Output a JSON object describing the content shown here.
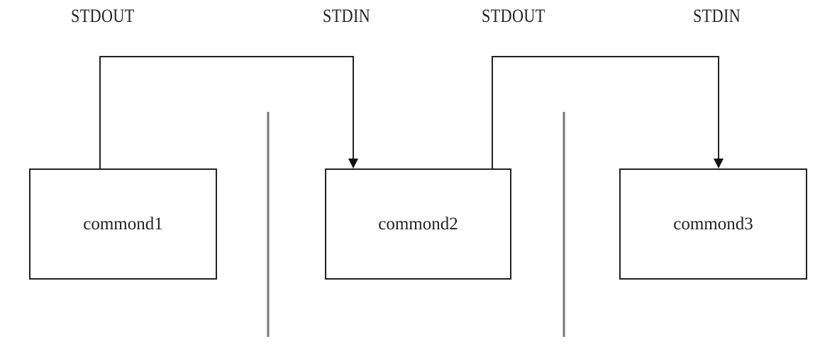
{
  "labels": {
    "stdout1": "STDOUT",
    "stdin1": "STDIN",
    "stdout2": "STDOUT",
    "stdin2": "STDIN"
  },
  "commands": [
    "commond1",
    "commond2",
    "commond3"
  ]
}
